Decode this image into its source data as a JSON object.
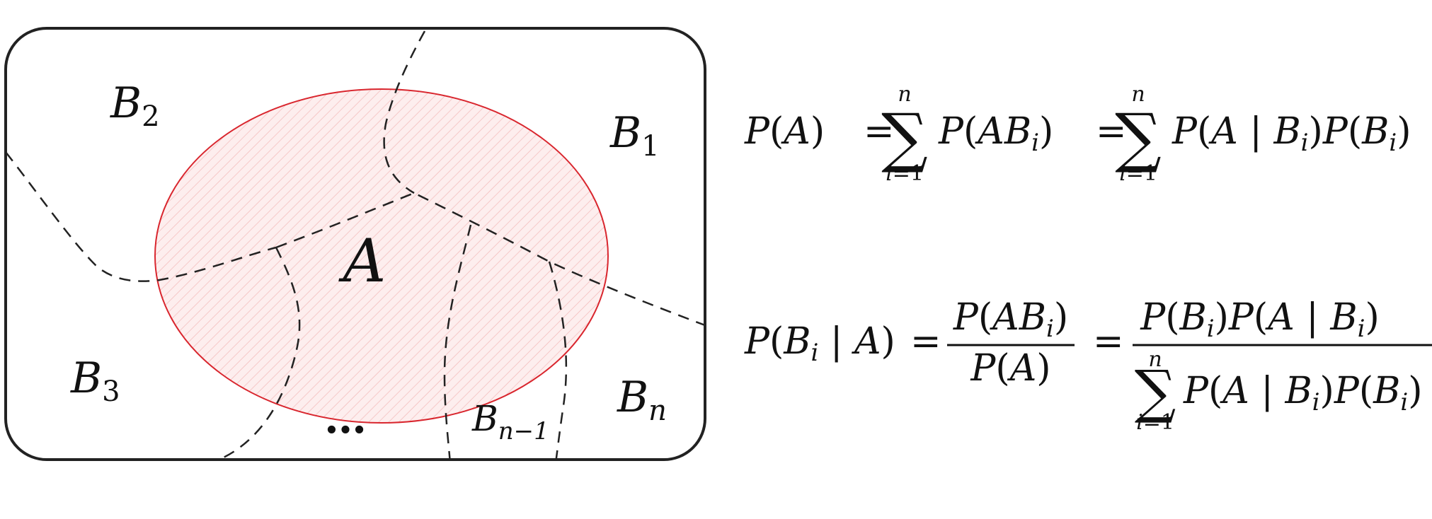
{
  "diagram": {
    "event_label": "A",
    "partition_labels": [
      {
        "base": "B",
        "sub": "1"
      },
      {
        "base": "B",
        "sub": "2"
      },
      {
        "base": "B",
        "sub": "3"
      },
      {
        "base": "B",
        "sub": "n−1"
      },
      {
        "base": "B",
        "sub": "n"
      }
    ],
    "ellipsis": "…",
    "colors": {
      "event_fill": "#fbe6e6",
      "event_stroke": "#d9262e",
      "event_label": "#e3171c",
      "frame": "#222222",
      "dashes": "#222222"
    }
  },
  "formulas": {
    "total_probability": "P(A) = Σ_{i=1}^{n} P(AB_i) = Σ_{i=1}^{n} P(A | B_i)P(B_i)",
    "bayes": "P(B_i | A) = P(AB_i) / P(A) = P(B_i)P(A | B_i) / Σ_{i=1}^{n} P(A | B_i)P(B_i)"
  }
}
